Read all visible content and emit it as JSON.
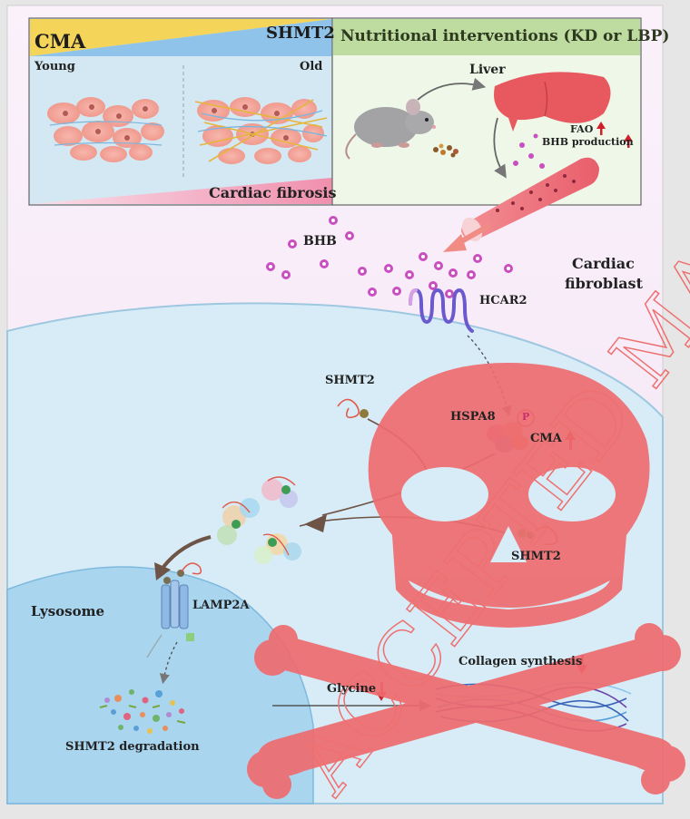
{
  "top_left": {
    "cma_label": "CMA",
    "shmt2_label": "SHMT2",
    "young_label": "Young",
    "old_label": "Old",
    "fibrosis_label": "Cardiac fibrosis"
  },
  "top_right": {
    "header": "Nutritional interventions (KD or LBP)",
    "liver_label": "Liver",
    "fao_label": "FAO",
    "bhb_production_label": "BHB production"
  },
  "extracellular": {
    "bhb_label": "BHB",
    "cell_type_line1": "Cardiac",
    "cell_type_line2": "fibroblast",
    "receptor_label": "HCAR2"
  },
  "intracellular": {
    "shmt2_top_label": "SHMT2",
    "hspa8_label": "HSPA8",
    "phospho_label": "P",
    "cma_label": "CMA",
    "shmt2_right_label": "SHMT2",
    "lamp2a_label": "LAMP2A",
    "lysosome_label": "Lysosome",
    "degradation_label": "SHMT2 degradation",
    "glycine_label": "Glycine",
    "collagen_label": "Collagen synthesis"
  },
  "watermark_text": "ACCEPTED MANUSCRIPT",
  "colors": {
    "cma_yellow": "#f4d55a",
    "shmt2_blue": "#8fc3ea",
    "fibrosis_pink": "#f4a3b8",
    "header_green": "#bfdca0",
    "cytoplasm": "#d7ecf7",
    "lysosome": "#a9d5ef",
    "extracellular": "#f6e9f6",
    "bhb_dot": "#c94fc0",
    "up_arrow": "#d0202a",
    "skull": "#ee6b6f"
  }
}
